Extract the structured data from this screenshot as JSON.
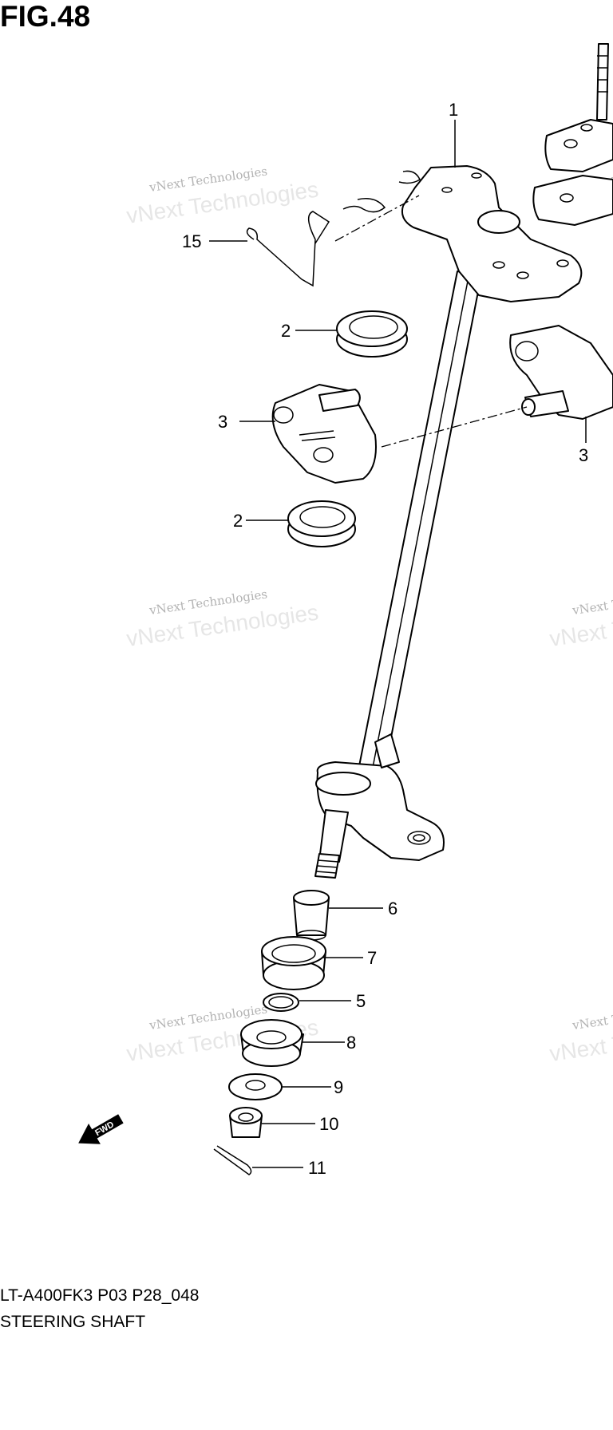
{
  "figure": {
    "title": "FIG.48"
  },
  "watermark": {
    "line1": "vNext Technologies",
    "line2": "vNext Technologies"
  },
  "callouts": {
    "c1": "1",
    "c15": "15",
    "c2a": "2",
    "c3a": "3",
    "c3b": "3",
    "c2b": "2",
    "c6": "6",
    "c7": "7",
    "c5": "5",
    "c8": "8",
    "c9": "9",
    "c10": "10",
    "c11": "11"
  },
  "fwd": {
    "label": "FWD"
  },
  "footer": {
    "model_code": "LT-A400FK3 P03 P28_048",
    "part_name": "STEERING SHAFT"
  }
}
